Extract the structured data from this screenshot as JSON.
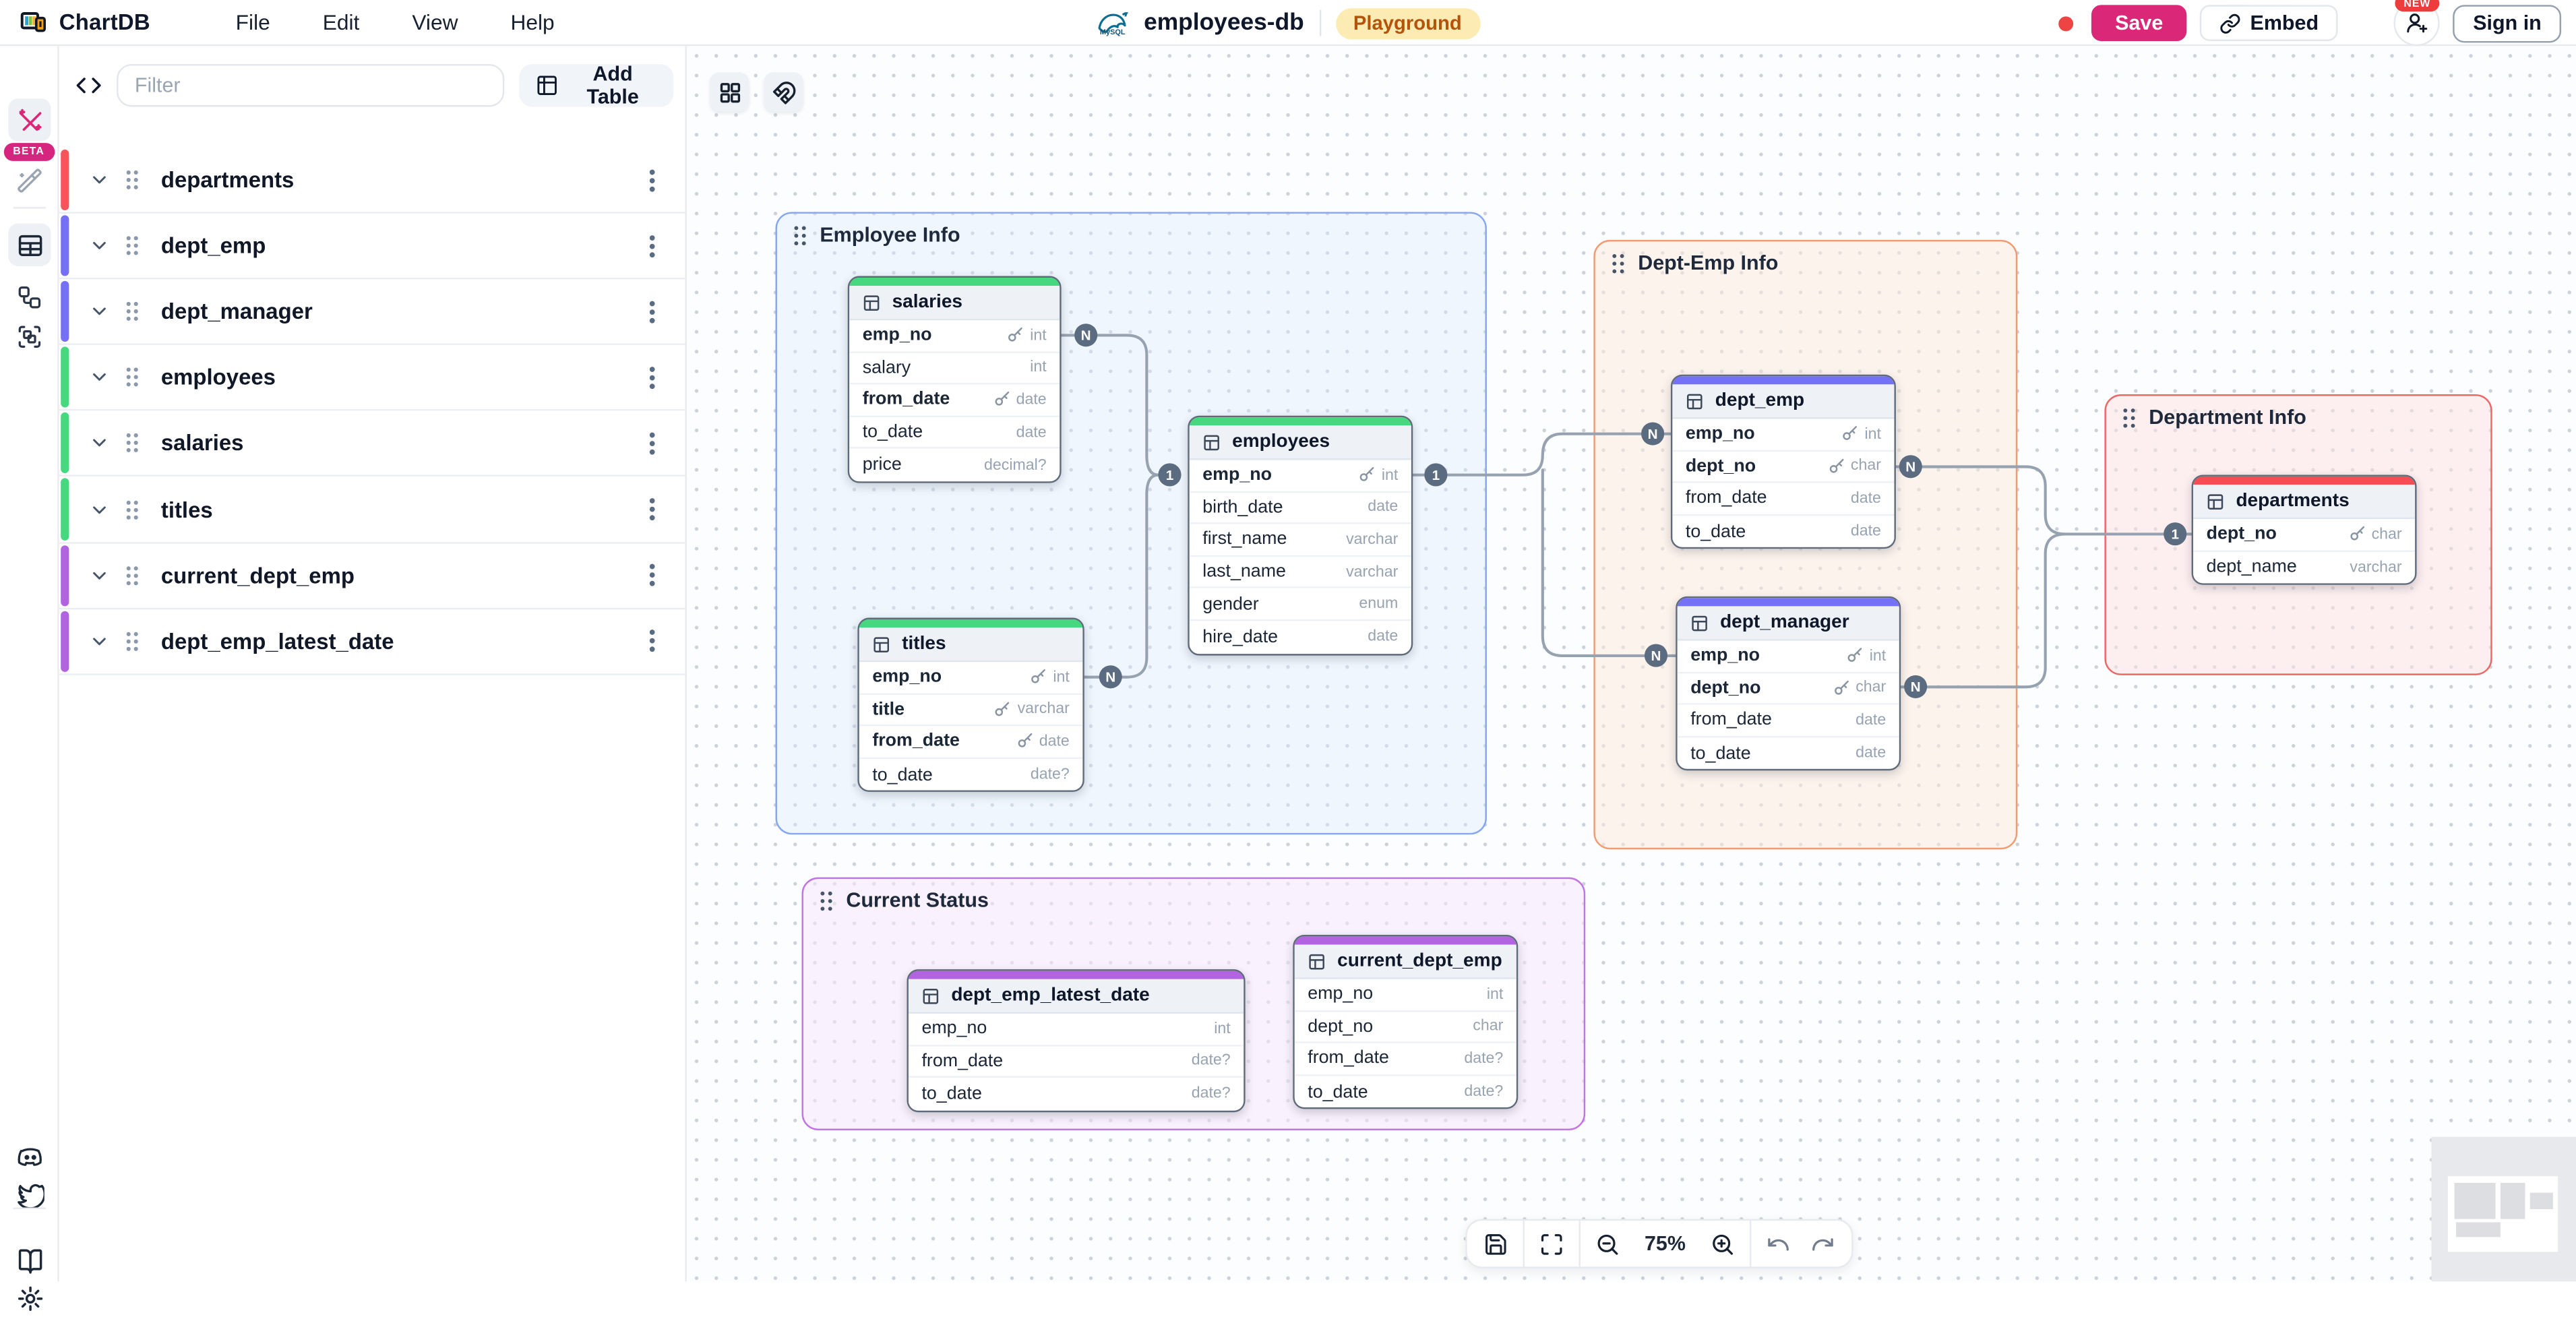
{
  "app": {
    "name": "ChartDB"
  },
  "menubar": {
    "items": [
      {
        "label": "File"
      },
      {
        "label": "Edit"
      },
      {
        "label": "View"
      },
      {
        "label": "Help"
      }
    ]
  },
  "header": {
    "db_engine": "MySQL",
    "diagram_name": "employees-db",
    "environment_badge": "Playground",
    "save_label": "Save",
    "embed_label": "Embed",
    "new_badge": "NEW",
    "sign_in_label": "Sign in",
    "save_color": "#db2777",
    "badge_bg": "#fcecb4",
    "badge_text_color": "#b45309"
  },
  "rail": {
    "beta_label": "BETA",
    "accent_pink": "#db2777"
  },
  "sidebar": {
    "filter_placeholder": "Filter",
    "add_table_label": "Add Table",
    "tables": [
      {
        "name": "departments",
        "color": "#f4565c"
      },
      {
        "name": "dept_emp",
        "color": "#7571f6"
      },
      {
        "name": "dept_manager",
        "color": "#7571f6"
      },
      {
        "name": "employees",
        "color": "#45d87e"
      },
      {
        "name": "salaries",
        "color": "#45d87e"
      },
      {
        "name": "titles",
        "color": "#45d87e"
      },
      {
        "name": "current_dept_emp",
        "color": "#b264e0"
      },
      {
        "name": "dept_emp_latest_date",
        "color": "#b264e0"
      }
    ]
  },
  "canvas": {
    "areas": [
      {
        "label": "Employee Info",
        "border": "#85a7f1"
      },
      {
        "label": "Dept-Emp Info",
        "border": "#f29a70"
      },
      {
        "label": "Department Info",
        "border": "#ee6767"
      },
      {
        "label": "Current Status",
        "border": "#c273e4"
      }
    ],
    "tables": [
      {
        "name": "salaries",
        "color": "#45d87e",
        "fields": [
          {
            "name": "emp_no",
            "type": "int",
            "pk": true
          },
          {
            "name": "salary",
            "type": "int",
            "pk": false
          },
          {
            "name": "from_date",
            "type": "date",
            "pk": true
          },
          {
            "name": "to_date",
            "type": "date",
            "pk": false
          },
          {
            "name": "price",
            "type": "decimal?",
            "pk": false
          }
        ]
      },
      {
        "name": "titles",
        "color": "#45d87e",
        "fields": [
          {
            "name": "emp_no",
            "type": "int",
            "pk": true
          },
          {
            "name": "title",
            "type": "varchar",
            "pk": true
          },
          {
            "name": "from_date",
            "type": "date",
            "pk": true
          },
          {
            "name": "to_date",
            "type": "date?",
            "pk": false
          }
        ]
      },
      {
        "name": "employees",
        "color": "#45d87e",
        "fields": [
          {
            "name": "emp_no",
            "type": "int",
            "pk": true
          },
          {
            "name": "birth_date",
            "type": "date",
            "pk": false
          },
          {
            "name": "first_name",
            "type": "varchar",
            "pk": false
          },
          {
            "name": "last_name",
            "type": "varchar",
            "pk": false
          },
          {
            "name": "gender",
            "type": "enum",
            "pk": false
          },
          {
            "name": "hire_date",
            "type": "date",
            "pk": false
          }
        ]
      },
      {
        "name": "dept_emp",
        "color": "#7571f6",
        "fields": [
          {
            "name": "emp_no",
            "type": "int",
            "pk": true
          },
          {
            "name": "dept_no",
            "type": "char",
            "pk": true
          },
          {
            "name": "from_date",
            "type": "date",
            "pk": false
          },
          {
            "name": "to_date",
            "type": "date",
            "pk": false
          }
        ]
      },
      {
        "name": "dept_manager",
        "color": "#7571f6",
        "fields": [
          {
            "name": "emp_no",
            "type": "int",
            "pk": true
          },
          {
            "name": "dept_no",
            "type": "char",
            "pk": true
          },
          {
            "name": "from_date",
            "type": "date",
            "pk": false
          },
          {
            "name": "to_date",
            "type": "date",
            "pk": false
          }
        ]
      },
      {
        "name": "departments",
        "color": "#f44e55",
        "fields": [
          {
            "name": "dept_no",
            "type": "char",
            "pk": true
          },
          {
            "name": "dept_name",
            "type": "varchar",
            "pk": false
          }
        ]
      },
      {
        "name": "dept_emp_latest_date",
        "color": "#b264e0",
        "fields": [
          {
            "name": "emp_no",
            "type": "int",
            "pk": false
          },
          {
            "name": "from_date",
            "type": "date?",
            "pk": false
          },
          {
            "name": "to_date",
            "type": "date?",
            "pk": false
          }
        ]
      },
      {
        "name": "current_dept_emp",
        "color": "#b264e0",
        "fields": [
          {
            "name": "emp_no",
            "type": "int",
            "pk": false
          },
          {
            "name": "dept_no",
            "type": "char",
            "pk": false
          },
          {
            "name": "from_date",
            "type": "date?",
            "pk": false
          },
          {
            "name": "to_date",
            "type": "date?",
            "pk": false
          }
        ]
      }
    ],
    "badges": [
      {
        "label": "N"
      },
      {
        "label": "1"
      },
      {
        "label": "N"
      },
      {
        "label": "1"
      },
      {
        "label": "N"
      },
      {
        "label": "N"
      },
      {
        "label": "N"
      },
      {
        "label": "N"
      },
      {
        "label": "1"
      }
    ]
  },
  "toolbar": {
    "zoom_percent": "75%"
  }
}
